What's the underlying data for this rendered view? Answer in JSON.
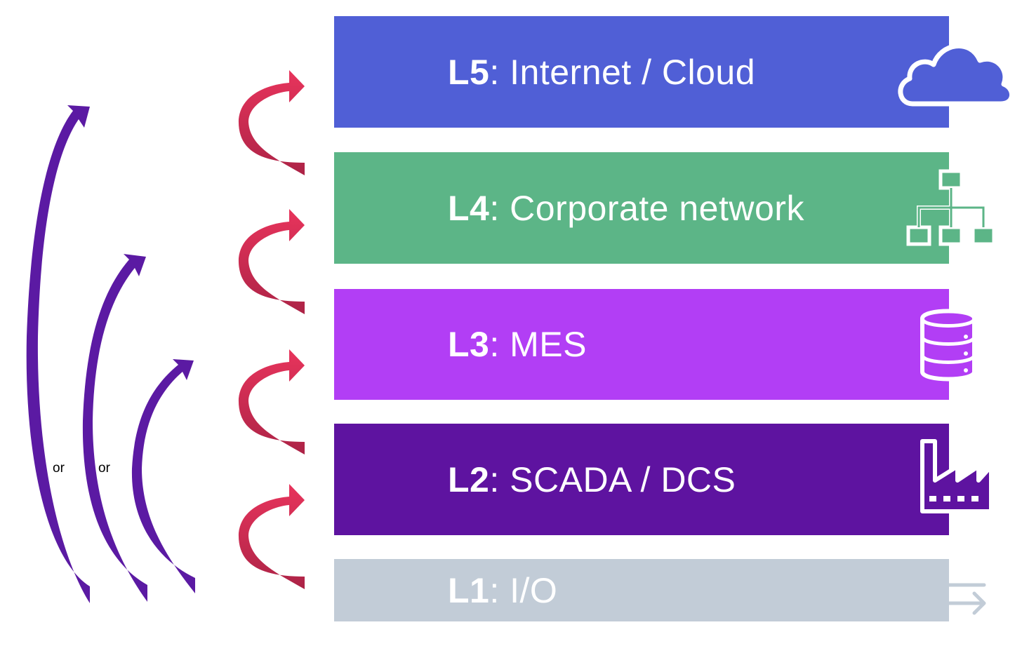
{
  "layers": [
    {
      "id": "l5",
      "code": "L5",
      "name": ": Internet / Cloud",
      "color": "#505fd6",
      "icon": "cloud-icon"
    },
    {
      "id": "l4",
      "code": "L4",
      "name": ": Corporate network",
      "color": "#5cb587",
      "icon": "network-hierarchy-icon"
    },
    {
      "id": "l3",
      "code": "L3",
      "name": ": MES",
      "color": "#b23ef5",
      "icon": "database-icon"
    },
    {
      "id": "l2",
      "code": "L2",
      "name": ": SCADA / DCS",
      "color": "#5e13a0",
      "icon": "factory-icon"
    },
    {
      "id": "l1",
      "code": "L1",
      "name": ": I/O",
      "color": "#c2ccd7",
      "icon": "bidirectional-arrows-icon"
    }
  ],
  "separators": [
    "or",
    "or"
  ],
  "arrow_colors": {
    "step": "#e0335a",
    "step_dark": "#b02345",
    "skip": "#5b1aa3"
  }
}
